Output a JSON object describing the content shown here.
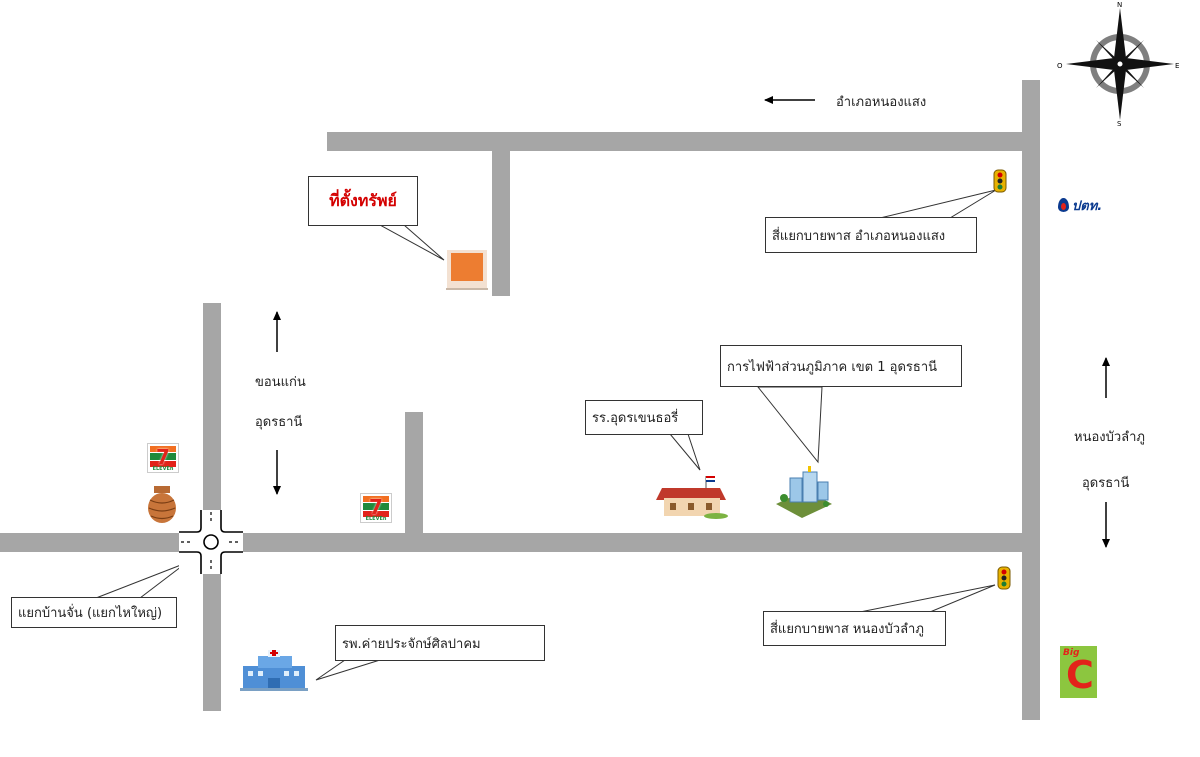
{
  "compass": {
    "north": "N",
    "south": "S",
    "east": "E",
    "west": "O"
  },
  "labels": {
    "nong_saeng_direction": "อำเภอหนองแสง",
    "khon_kaen": "ขอนแก่น",
    "udon_left": "อุดรธานี",
    "nong_bua_lamphu": "หนองบัวลำภู",
    "udon_right": "อุดรธานี"
  },
  "callouts": {
    "property": "ที่ตั้งทรัพย์",
    "bypass_nong_saeng": "สี่แยกบายพาส อำเภอหนองแสง",
    "pea": "การไฟฟ้าส่วนภูมิภาค เขต 1 อุดรธานี",
    "school": "รร.อุดรเขนธอรี่",
    "ban_chan": "แยกบ้านจั่น (แยกไหใหญ่)",
    "hospital": "รพ.ค่ายประจักษ์ศิลปาคม",
    "bypass_nong_bua": "สี่แยกบายพาส หนองบัวลำภู"
  },
  "logos": {
    "ptt": "ปตท.",
    "seven_eleven": "7",
    "seven_eleven_word": "ELEVEn",
    "big_c_big": "Big",
    "big_c_c": "C"
  },
  "colors": {
    "road": "#a6a6a6",
    "property_marker": "#ed7d31",
    "title_red": "#d40000",
    "seven_green": "#1f8a3b",
    "seven_orange": "#f26f21",
    "seven_red": "#e2231a",
    "bigc_green": "#8cc63f",
    "bigc_red": "#e2231a",
    "ptt_blue": "#0b3a8f"
  }
}
